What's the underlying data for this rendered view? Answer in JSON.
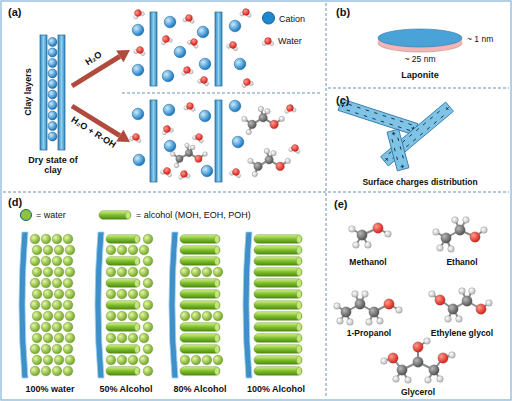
{
  "diagram": {
    "labels": [
      "(a)",
      "Clay layers",
      "Dry state of clay",
      "H₂O",
      "H₂O + R-OH",
      "(b)",
      "~ 1 nm",
      "~ 25 nm",
      "Laponite",
      "(c)",
      "Surface charges distribution",
      "(d)",
      "100% water",
      "50% Alcohol",
      "80% Alcohol",
      "100% Alcohol",
      "(e)",
      "Methanol",
      "Ethanol",
      "1-Propanol",
      "Ethylene glycol",
      "Glycerol"
    ],
    "legend": [
      {
        "text": "Cation",
        "color": "#1e88d0"
      },
      {
        "text": "Water"
      },
      {
        "text": "= water",
        "color": "#8cc43a"
      },
      {
        "text": "= alcohol (MOH, EOH, POH)"
      }
    ]
  }
}
